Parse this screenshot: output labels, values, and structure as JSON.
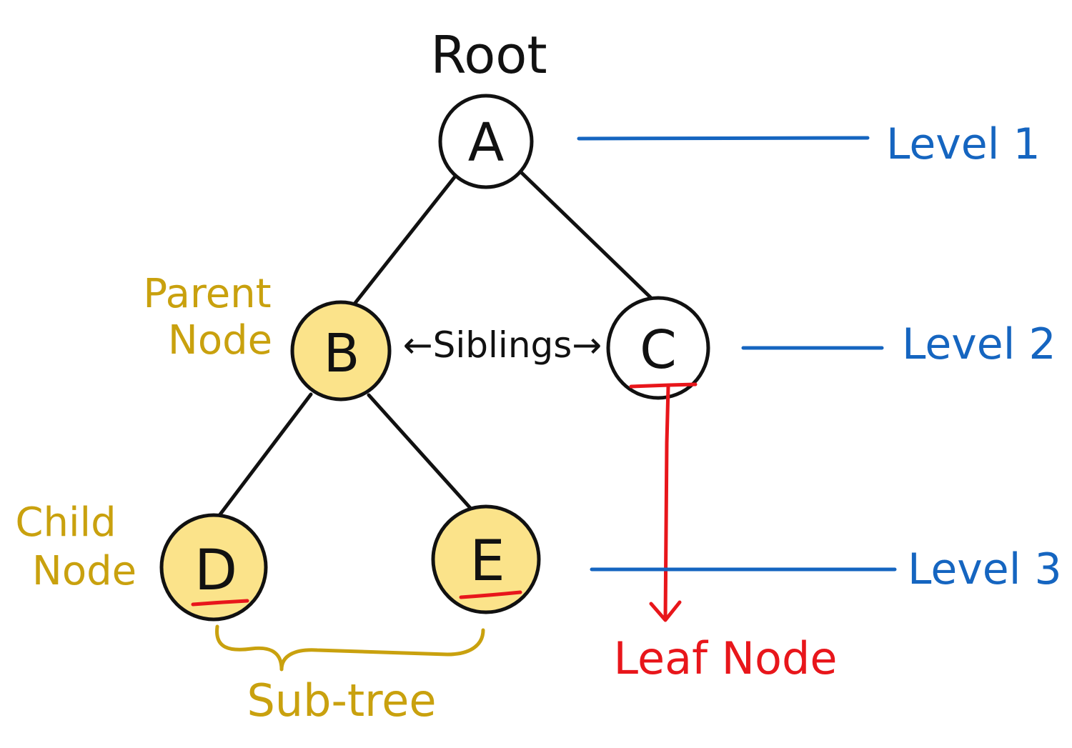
{
  "colors": {
    "line": "#111111",
    "highlight_fill": "#fbe38a",
    "node_fill": "#ffffff",
    "gold_text": "#c9a10e",
    "blue": "#1565c0",
    "red": "#e8161b"
  },
  "tree": {
    "root_label": "Root",
    "nodes": [
      {
        "id": "A",
        "label": "A",
        "highlighted": false
      },
      {
        "id": "B",
        "label": "B",
        "highlighted": true
      },
      {
        "id": "C",
        "label": "C",
        "highlighted": false
      },
      {
        "id": "D",
        "label": "D",
        "highlighted": true
      },
      {
        "id": "E",
        "label": "E",
        "highlighted": true
      }
    ],
    "edges": [
      [
        "A",
        "B"
      ],
      [
        "A",
        "C"
      ],
      [
        "B",
        "D"
      ],
      [
        "B",
        "E"
      ]
    ]
  },
  "annotations": {
    "parent_node": [
      "Parent",
      "Node"
    ],
    "child_node": [
      "Child",
      "Node"
    ],
    "siblings": "←Siblings→",
    "subtree": "Sub-tree",
    "leaf_node": "Leaf Node"
  },
  "levels": [
    {
      "label": "Level 1"
    },
    {
      "label": "Level 2"
    },
    {
      "label": "Level 3"
    }
  ]
}
